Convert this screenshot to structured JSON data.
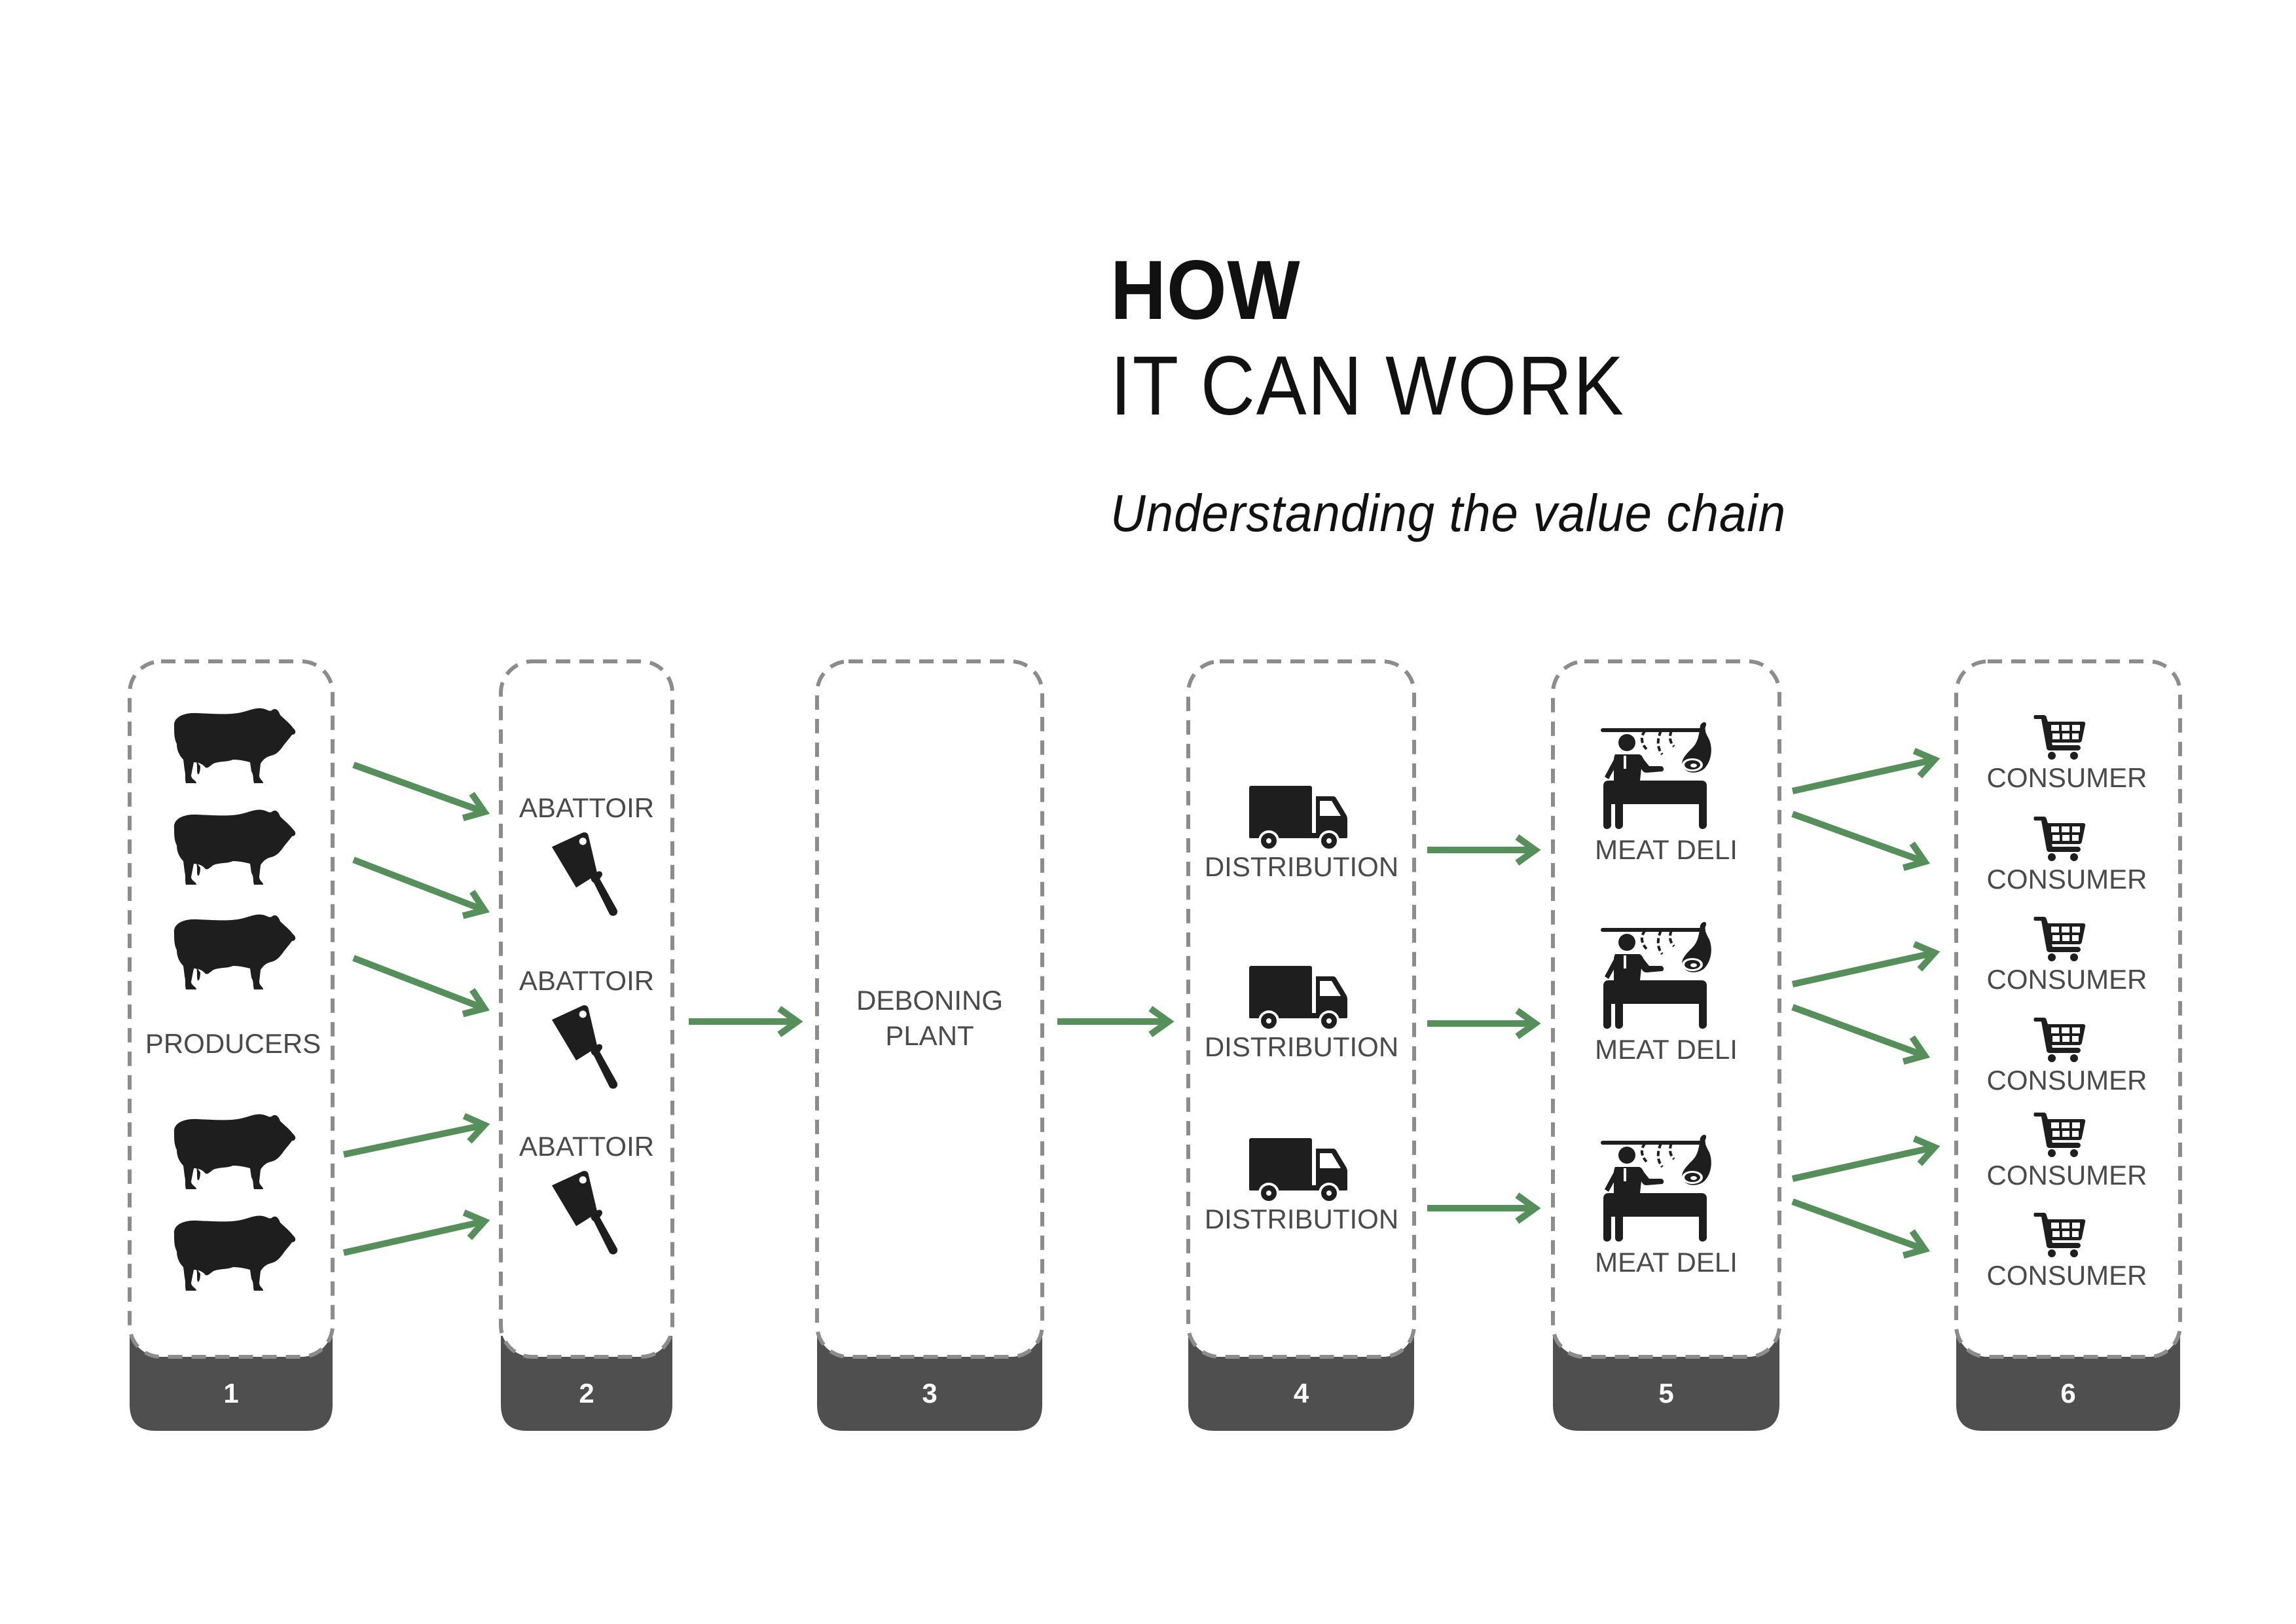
{
  "header": {
    "title_bold": "HOW",
    "title_regular": "IT CAN WORK",
    "subtitle": "Understanding the value chain"
  },
  "colors": {
    "arrow": "#558f5a",
    "dashed_border": "#8c8c8c",
    "tab": "#4f4f4f",
    "icon": "#1e1e1e",
    "label": "#4a4a4a"
  },
  "stages": [
    {
      "number": "1",
      "name": "Producers",
      "label": "PRODUCERS",
      "icon": "bull-icon",
      "icon_count": 5
    },
    {
      "number": "2",
      "name": "Abattoir",
      "items": [
        {
          "label": "ABATTOIR",
          "icon": "cleaver-icon"
        },
        {
          "label": "ABATTOIR",
          "icon": "cleaver-icon"
        },
        {
          "label": "ABATTOIR",
          "icon": "cleaver-icon"
        }
      ]
    },
    {
      "number": "3",
      "name": "Deboning plant",
      "label_line1": "DEBONING",
      "label_line2": "PLANT"
    },
    {
      "number": "4",
      "name": "Distribution",
      "items": [
        {
          "label": "DISTRIBUTION",
          "icon": "truck-icon"
        },
        {
          "label": "DISTRIBUTION",
          "icon": "truck-icon"
        },
        {
          "label": "DISTRIBUTION",
          "icon": "truck-icon"
        }
      ]
    },
    {
      "number": "5",
      "name": "Meat deli",
      "items": [
        {
          "label": "MEAT DELI",
          "icon": "butcher-counter-icon"
        },
        {
          "label": "MEAT DELI",
          "icon": "butcher-counter-icon"
        },
        {
          "label": "MEAT DELI",
          "icon": "butcher-counter-icon"
        }
      ]
    },
    {
      "number": "6",
      "name": "Consumer",
      "items": [
        {
          "label": "CONSUMER",
          "icon": "shopping-cart-icon"
        },
        {
          "label": "CONSUMER",
          "icon": "shopping-cart-icon"
        },
        {
          "label": "CONSUMER",
          "icon": "shopping-cart-icon"
        },
        {
          "label": "CONSUMER",
          "icon": "shopping-cart-icon"
        },
        {
          "label": "CONSUMER",
          "icon": "shopping-cart-icon"
        },
        {
          "label": "CONSUMER",
          "icon": "shopping-cart-icon"
        }
      ]
    }
  ],
  "flows": [
    {
      "from": "producers",
      "to": "abattoir",
      "count": 5
    },
    {
      "from": "abattoir",
      "to": "deboning-plant",
      "count": 1
    },
    {
      "from": "deboning-plant",
      "to": "distribution",
      "count": 1
    },
    {
      "from": "distribution",
      "to": "meat-deli",
      "count": 3
    },
    {
      "from": "meat-deli",
      "to": "consumer",
      "count": 6
    }
  ]
}
